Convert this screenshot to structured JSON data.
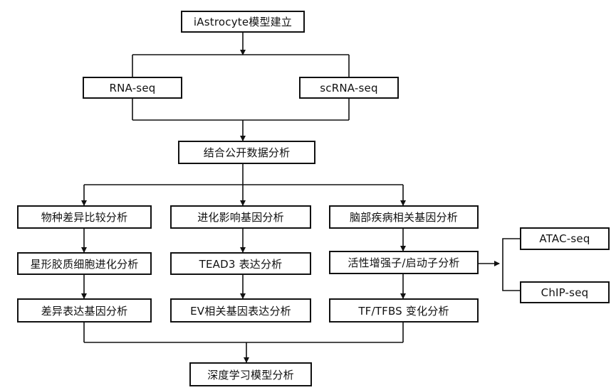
{
  "nodes": {
    "model_build": "iAstrocyte模型建立",
    "rna_seq": "RNA-seq",
    "scrna_seq": "scRNA-seq",
    "public_data": "结合公开数据分析",
    "species_diff": "物种差异比较分析",
    "evolution_impact": "进化影响基因分析",
    "brain_disease": "脑部疾病相关基因分析",
    "astro_evolution": "星形胶质细胞进化分析",
    "tead3": "TEAD3 表达分析",
    "enhancer_promoter": "活性增强子/启动子分析",
    "atac_seq": "ATAC-seq",
    "chip_seq": "ChIP-seq",
    "diff_expr": "差异表达基因分析",
    "ev_expr": "EV相关基因表达分析",
    "tf_tfbs": "TF/TFBS 变化分析",
    "deep_learning": "深度学习模型分析"
  }
}
